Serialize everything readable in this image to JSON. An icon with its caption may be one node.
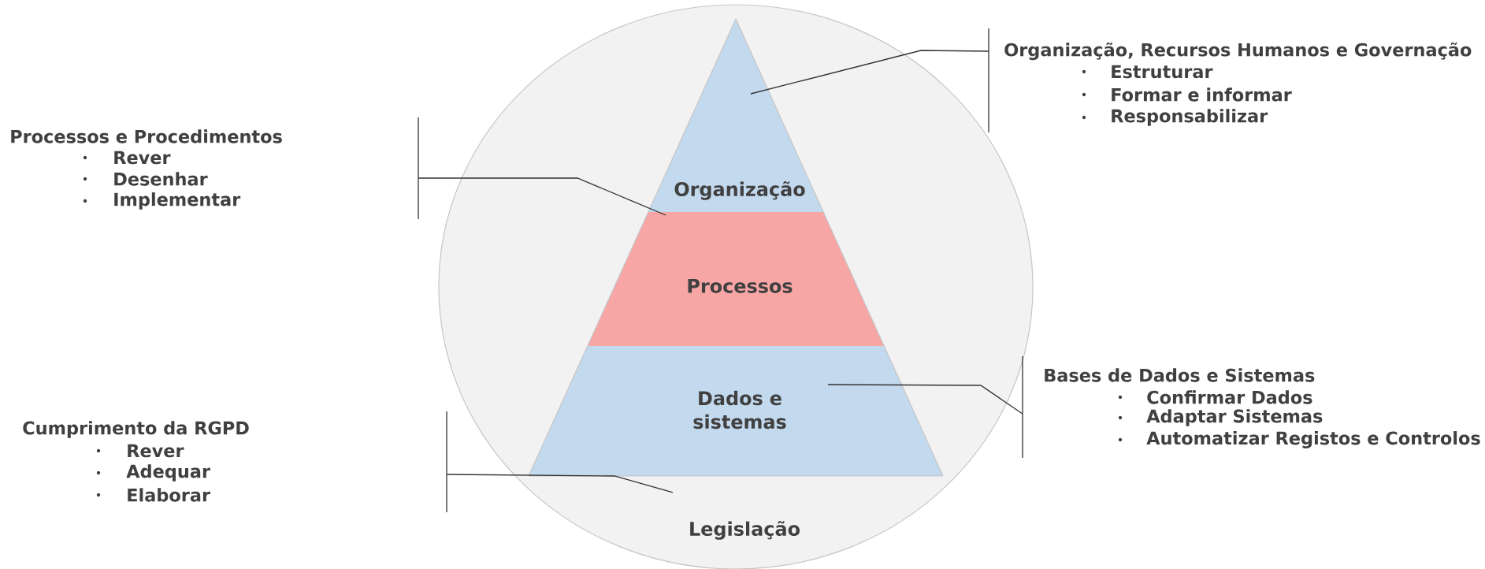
{
  "diagram": {
    "nodes": [
      {
        "text": [
          "Legislação"
        ]
      },
      {
        "text": [
          "Organização"
        ],
        "in": 0
      },
      {
        "text": [
          "Processos"
        ],
        "in": 0
      },
      {
        "text": [
          "Dados e sistemas"
        ],
        "in": 0
      },
      {
        "text": [
          "Organização, Recursos Humanos e Governação",
          "Estruturar",
          "Formar e informar",
          "Responsabilizar"
        ]
      },
      {
        "text": [
          "Processos e Procedimentos",
          "Rever",
          "Desenhar",
          "Implementar"
        ]
      },
      {
        "text": [
          "Bases de Dados e Sistemas",
          "Confirmar Dados",
          "Adaptar Sistemas",
          "Automatizar Registos e Controlos"
        ]
      },
      {
        "text": [
          "Cumprimento da RGPD",
          "Rever",
          "Adequar",
          "Elaborar"
        ]
      }
    ],
    "edges": [
      {
        "from": 4,
        "to": 1,
        "arrow": "none"
      },
      {
        "from": 5,
        "to": 2,
        "arrow": "none"
      },
      {
        "from": 6,
        "to": 3,
        "arrow": "none"
      },
      {
        "from": 7,
        "to": 0,
        "arrow": "none"
      }
    ]
  }
}
